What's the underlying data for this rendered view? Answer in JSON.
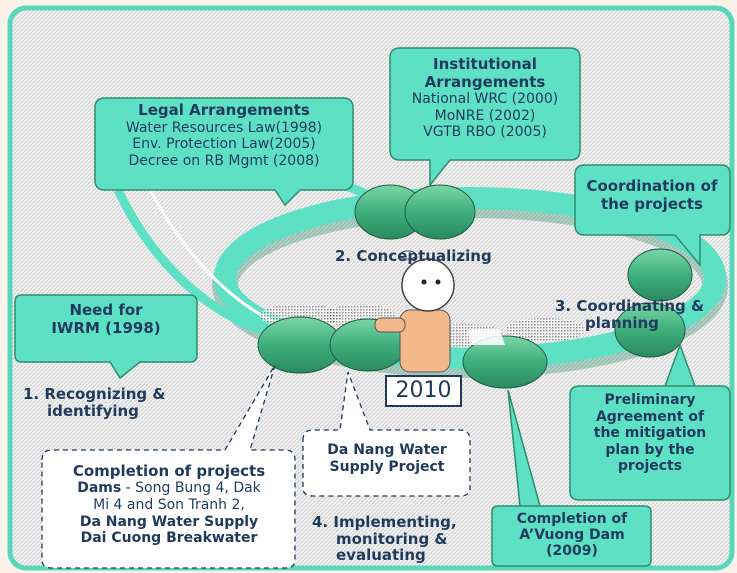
{
  "legal": {
    "title": "Legal Arrangements",
    "items": [
      "Water Resources Law(1998)",
      "Env. Protection Law(2005)",
      "Decree on RB Mgmt (2008)"
    ]
  },
  "institutional": {
    "title_line1": "Institutional",
    "title_line2": "Arrangements",
    "items": [
      "National WRC (2000)",
      "MoNRE (2002)",
      "VGTB RBO (2005)"
    ]
  },
  "coordination": {
    "line1": "Coordination of",
    "line2": "the projects"
  },
  "need": {
    "line1": "Need for",
    "line2": "IWRM (1998)"
  },
  "stages": {
    "s1_line1": "1. Recognizing &",
    "s1_line2": "identifying",
    "s2": "2. Conceptualizing",
    "s3_line1": "3. Coordinating &",
    "s3_line2": "planning",
    "s4_line1": "4. Implementing,",
    "s4_line2": "monitoring &",
    "s4_line3": "evaluating"
  },
  "preliminary": {
    "lines": [
      "Preliminary",
      "Agreement of",
      "the mitigation",
      "plan by the",
      "projects"
    ]
  },
  "completion_projects": {
    "title": "Completion of projects",
    "dams_label": "Dams",
    "dams_rest1": " - Song Bung 4, Dak",
    "dams_rest2": "Mi 4 and Son Tranh 2,",
    "line3": "Da Nang Water Supply",
    "line4": "Dai Cuong Breakwater"
  },
  "da_nang": {
    "line1": "Da Nang Water",
    "line2": "Supply Project"
  },
  "avuong": {
    "line1": "Completion of",
    "line2": "A’Vuong Dam",
    "line3": "(2009)"
  },
  "year": "2010",
  "colors": {
    "accent": "#5ee0c4",
    "accent_dark": "#2d8e6e",
    "node": "#3fae7d",
    "text": "#1f3a5c",
    "frame": "#58d6b9"
  }
}
